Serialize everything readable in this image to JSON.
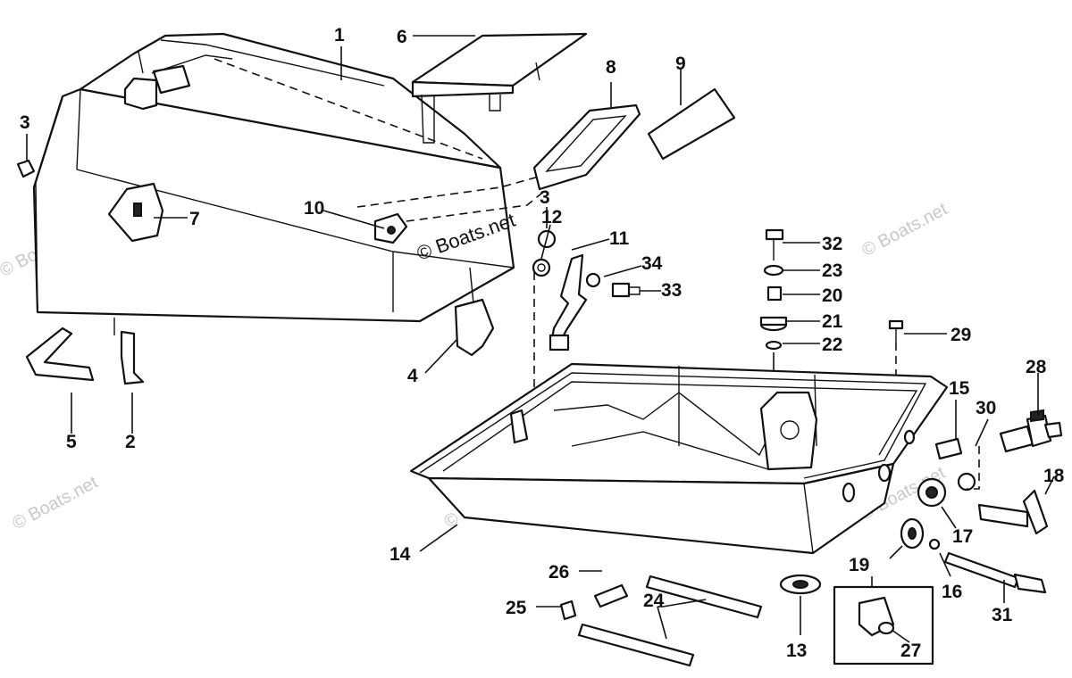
{
  "diagram": {
    "copyright": "© Boats.net",
    "watermarks": [
      "© Boats.net",
      "© Boats.net",
      "© Boats.net",
      "© Boats.net",
      "© Boats.net"
    ],
    "callouts": {
      "c1": "1",
      "c2": "2",
      "c3a": "3",
      "c3b": "3",
      "c4": "4",
      "c5": "5",
      "c6": "6",
      "c7": "7",
      "c8": "8",
      "c9": "9",
      "c10": "10",
      "c11": "11",
      "c12": "12",
      "c13": "13",
      "c14": "14",
      "c15": "15",
      "c16": "16",
      "c17": "17",
      "c18": "18",
      "c19": "19",
      "c20": "20",
      "c21": "21",
      "c22": "22",
      "c23": "23",
      "c24": "24",
      "c25": "25",
      "c26": "26",
      "c27": "27",
      "c28": "28",
      "c29": "29",
      "c30": "30",
      "c31": "31",
      "c32": "32",
      "c33": "33",
      "c34": "34"
    }
  }
}
